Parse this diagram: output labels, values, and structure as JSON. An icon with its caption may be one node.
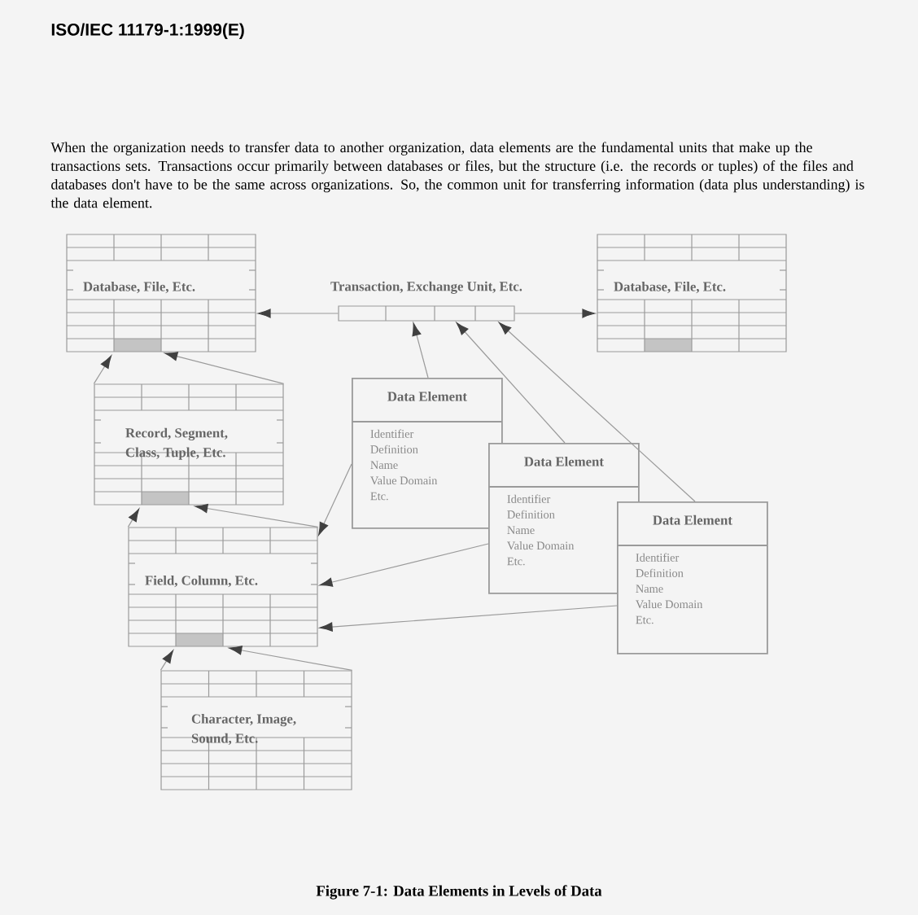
{
  "diagram": {
    "title": "ISO/IEC 11179-1:1999(E)",
    "caption": "Figure 7-1: Data Elements in Levels of Data",
    "nodes": [
      {
        "text": [
          "Database, File, Etc."
        ]
      },
      {
        "text": [
          "Transaction, Exchange Unit, Etc."
        ]
      },
      {
        "text": [
          "Database, File, Etc."
        ]
      },
      {
        "text": [
          "Record, Segment, Class, Tuple, Etc."
        ]
      },
      {
        "text": [
          "Data Element",
          "Identifier",
          "Definition",
          "Name",
          "Value Domain",
          "Etc."
        ]
      },
      {
        "text": [
          "Data Element",
          "Identifier",
          "Definition",
          "Name",
          "Value Domain",
          "Etc."
        ]
      },
      {
        "text": [
          "Field, Column, Etc."
        ]
      },
      {
        "text": [
          "Data Element",
          "Identifier",
          "Definition",
          "Name",
          "Value Domain",
          "Etc."
        ]
      },
      {
        "text": [
          "Character, Image, Sound, Etc."
        ]
      }
    ],
    "edges": [
      {
        "from": 1,
        "to": 0,
        "arrow": "to"
      },
      {
        "from": 1,
        "to": 2,
        "arrow": "to"
      },
      {
        "from": 4,
        "to": 1,
        "arrow": "to"
      },
      {
        "from": 5,
        "to": 1,
        "arrow": "to"
      },
      {
        "from": 7,
        "to": 1,
        "arrow": "to"
      },
      {
        "from": 3,
        "to": 0,
        "arrow": "to"
      },
      {
        "from": 3,
        "to": 0,
        "arrow": "to"
      },
      {
        "from": 6,
        "to": 3,
        "arrow": "to"
      },
      {
        "from": 6,
        "to": 3,
        "arrow": "to"
      },
      {
        "from": 8,
        "to": 6,
        "arrow": "to"
      },
      {
        "from": 8,
        "to": 6,
        "arrow": "to"
      },
      {
        "from": 4,
        "to": 6,
        "arrow": "to"
      },
      {
        "from": 5,
        "to": 6,
        "arrow": "to"
      },
      {
        "from": 7,
        "to": 6,
        "arrow": "to"
      }
    ],
    "labels": [
      "When the organization needs to transfer data to another organization, data elements are the fundamental units that make up the transactions sets.  Transactions occur primarily between databases or files, but the structure (i.e. the records or tuples) of the files and databases don't have to be the same across organizations.  So, the common unit for transferring information (data plus understanding) is the data element."
    ]
  }
}
